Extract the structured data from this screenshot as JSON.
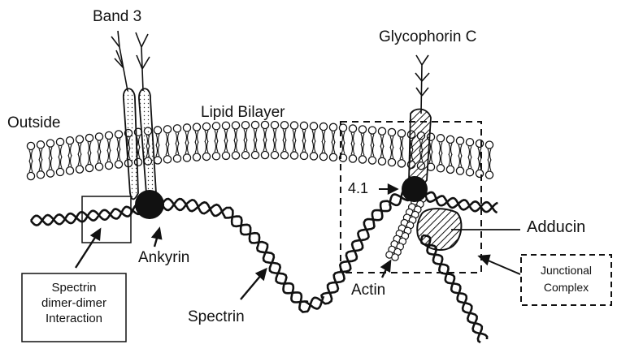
{
  "labels": {
    "band3": "Band 3",
    "glycophorin_c": "Glycophorin C",
    "outside": "Outside",
    "lipid_bilayer": "Lipid Bilayer",
    "protein_41": "4.1",
    "adducin": "Adducin",
    "ankyrin": "Ankyrin",
    "actin": "Actin",
    "spectrin": "Spectrin"
  },
  "callouts": {
    "spectrin_interaction": [
      "Spectrin",
      "dimer-dimer",
      "Interaction"
    ],
    "junctional_complex": [
      "Junctional",
      "Complex"
    ]
  }
}
